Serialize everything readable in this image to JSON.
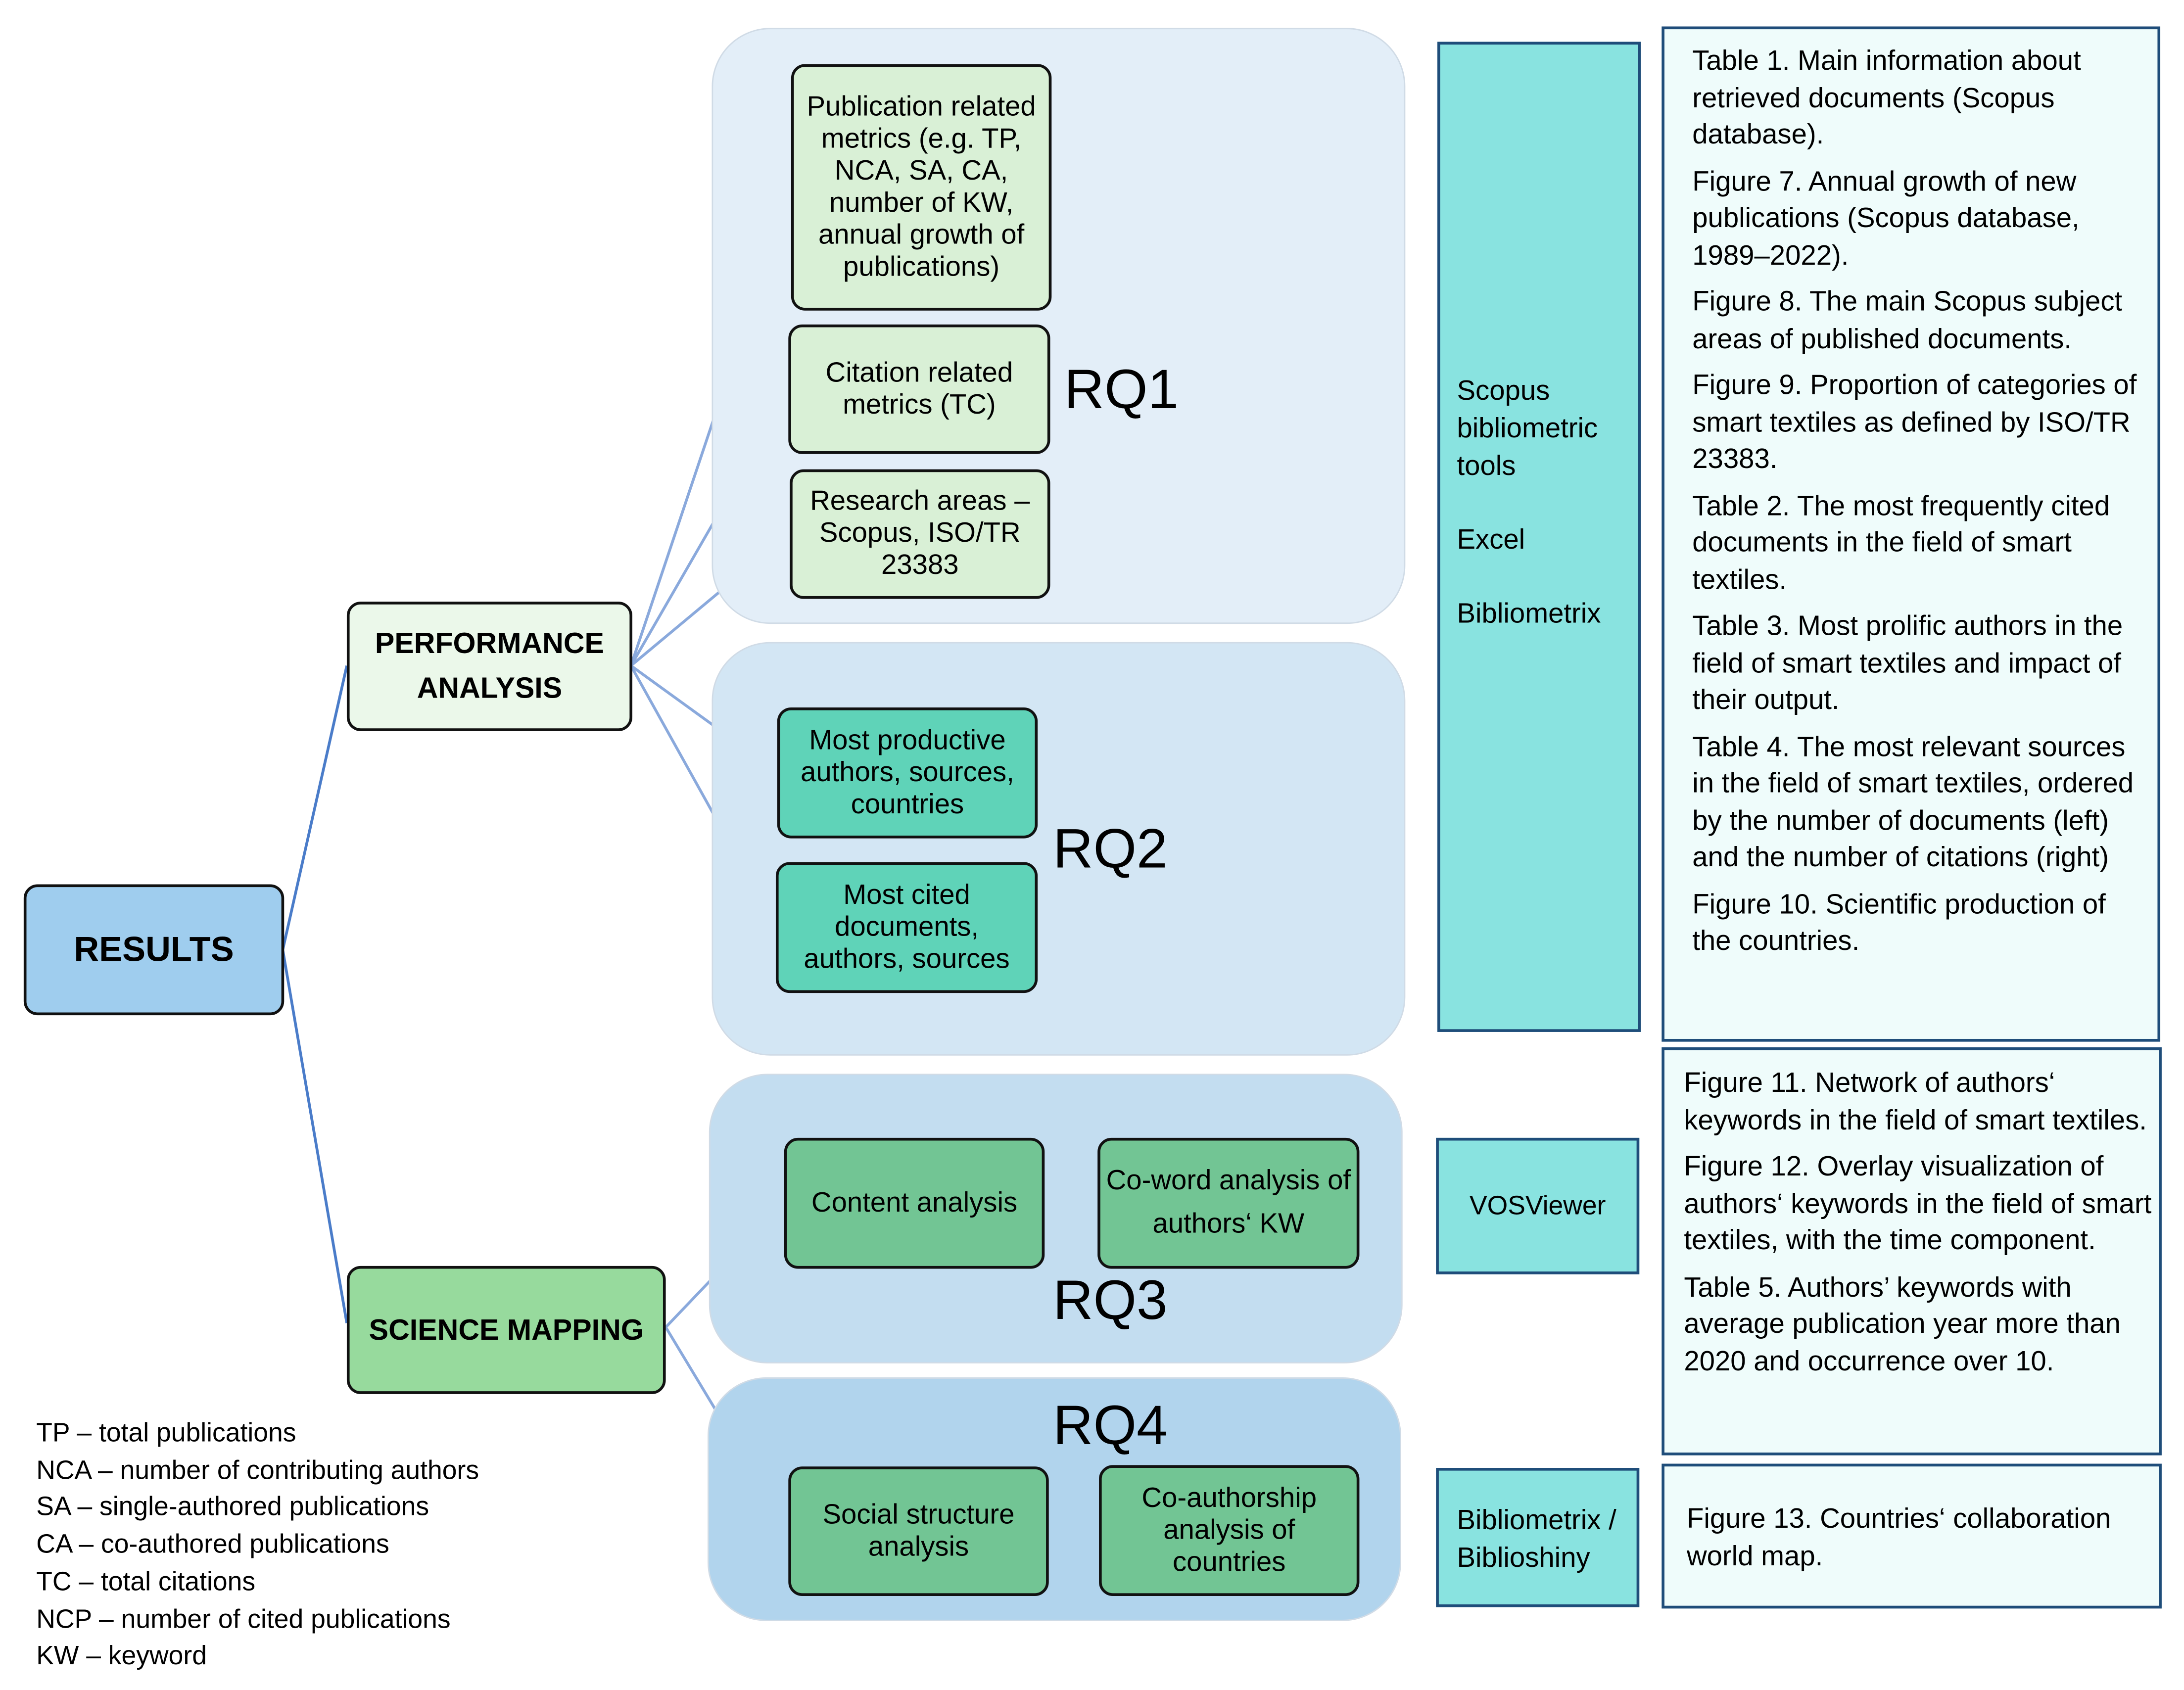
{
  "root": {
    "label": "RESULTS"
  },
  "branches": {
    "performance": {
      "label": "PERFORMANCE ANALYSIS"
    },
    "science": {
      "label": "SCIENCE MAPPING"
    }
  },
  "rq": {
    "rq1": "RQ1",
    "rq2": "RQ2",
    "rq3": "RQ3",
    "rq4": "RQ4"
  },
  "nodes": {
    "publication_metrics": "Publication related metrics (e.g. TP, NCA, SA, CA, number of KW, annual growth of publications)",
    "citation_metrics": "Citation related metrics (TC)",
    "research_areas": "Research areas – Scopus, ISO/TR 23383",
    "productive": "Most productive authors, sources, countries",
    "cited": "Most cited documents, authors, sources",
    "content_analysis": "Content analysis",
    "coword": "Co-word analysis of authors‘ KW",
    "social_structure": "Social structure analysis",
    "coauthorship": "Co-authorship analysis of countries"
  },
  "tools": {
    "group1": [
      "Scopus bibliometric tools",
      "Excel",
      "Bibliometrix"
    ],
    "group2": "VOSViewer",
    "group3": "Bibliometrix / Biblioshiny"
  },
  "outputs": {
    "group1": [
      "Table 1. Main information about retrieved documents (Scopus database).",
      "Figure 7. Annual growth of new publications (Scopus database, 1989–2022).",
      "Figure 8. The main Scopus subject areas of published documents.",
      "Figure 9. Proportion of categories of smart textiles as defined by ISO/TR 23383.",
      "Table 2. The most frequently cited documents in the field of smart textiles.",
      "Table 3. Most prolific authors in the field of smart textiles and impact of their output.",
      "Table 4. The most relevant sources in the field of smart textiles, ordered by the number of documents (left) and the number of citations (right)",
      "Figure 10. Scientific production of the countries."
    ],
    "group2": [
      "Figure 11. Network of authors‘ keywords in the field of smart textiles.",
      "Figure 12. Overlay visualization of authors‘ keywords in the field of smart textiles, with the time component.",
      "Table 5. Authors’ keywords with average publication year more than 2020 and occurrence over 10."
    ],
    "group3": [
      "Figure 13. Countries‘ collaboration world map."
    ]
  },
  "legend": [
    "TP – total publications",
    "NCA – number of contributing authors",
    "SA – single-authored publications",
    "CA – co-authored publications",
    "TC – total citations",
    "NCP – number of cited publications",
    "KW – keyword"
  ],
  "colors": {
    "root_fill": "#9fcdee",
    "branch1_fill": "#ebf8ea",
    "branch2_fill": "#97da9d",
    "rq1_panel": "#e3eef8",
    "rq2_panel": "#d3e6f4",
    "rq3_panel": "#c3ddf0",
    "rq4_panel": "#b1d4ed",
    "rq1_nodes": "#d9f0d6",
    "rq2_nodes": "#5fd3b8",
    "rq34_nodes": "#72c594",
    "tool_fill": "#89e3e0",
    "list_fill": "#effcfb",
    "connector": "#6f93d4"
  }
}
